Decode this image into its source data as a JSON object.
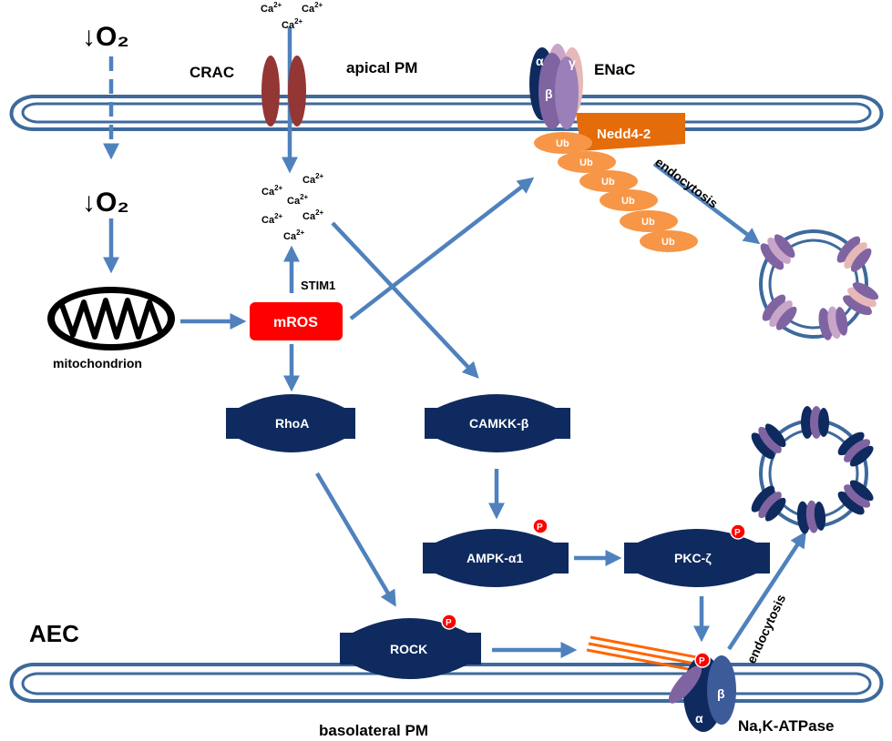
{
  "labels": {
    "o2_top": "↓O₂",
    "o2_mid": "↓O₂",
    "crac": "CRAC",
    "apical_pm": "apical PM",
    "enac": "ENaC",
    "enac_alpha": "α",
    "enac_beta": "β",
    "enac_gamma": "γ",
    "nedd4": "Nedd4-2",
    "ub": "Ub",
    "endocytosis_top": "endocytosis",
    "endocytosis_bottom": "endocytosis",
    "stim1": "STIM1",
    "mitochondrion": "mitochondrion",
    "mros": "mROS",
    "rhoa": "RhoA",
    "camkk": "CAMKK-β",
    "ampk": "AMPK-α1",
    "pkc": "PKC-ζ",
    "rock": "ROCK",
    "p": "P",
    "aec": "AEC",
    "basolateral_pm": "basolateral PM",
    "nak": "Na,K-ATPase",
    "nak_alpha": "α",
    "nak_beta": "β",
    "ca": "Ca",
    "ca_charge": "2+"
  },
  "colors": {
    "arrow": "#4f81bd",
    "membrane": "#3d6a9c",
    "protein_dark": "#0f2a5f",
    "mros": "#ff0000",
    "nedd4": "#e46c0a",
    "ub": "#f79646",
    "enac_purple": "#8064a2",
    "enac_pink": "#e6b9b8",
    "crac": "#943634",
    "phospho": "#ff0000"
  }
}
